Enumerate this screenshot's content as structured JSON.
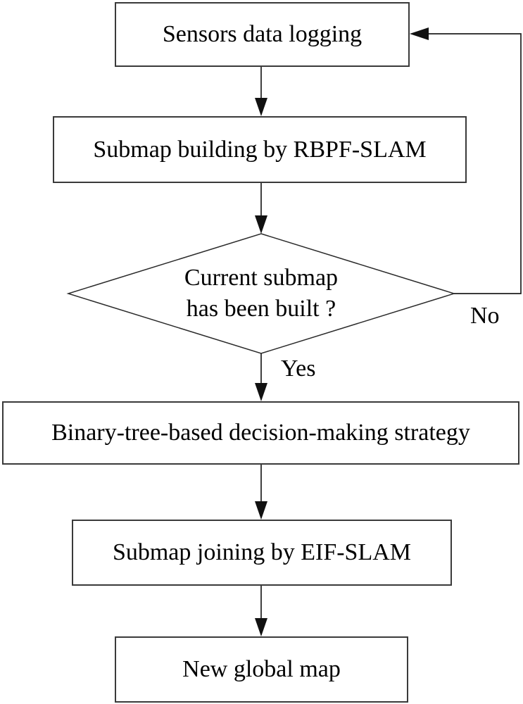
{
  "diagram": {
    "type": "flowchart",
    "nodes": {
      "sensors": {
        "label": "Sensors data logging",
        "shape": "rectangle"
      },
      "rbpf": {
        "label": "Submap building by RBPF-SLAM",
        "shape": "rectangle"
      },
      "decision": {
        "line1": "Current submap",
        "line2": "has been built ?",
        "shape": "diamond"
      },
      "binary": {
        "label": "Binary-tree-based decision-making strategy",
        "shape": "rectangle"
      },
      "eif": {
        "label": "Submap joining by EIF-SLAM",
        "shape": "rectangle"
      },
      "global_map": {
        "label": "New global map",
        "shape": "rectangle"
      }
    },
    "edges": {
      "yes_label": "Yes",
      "no_label": "No",
      "flow": [
        "sensors -> rbpf",
        "rbpf -> decision",
        "decision -(Yes)-> binary",
        "decision -(No)-> sensors",
        "binary -> eif",
        "eif -> global_map"
      ]
    },
    "colors": {
      "background": "#ffffff",
      "line": "#1f1f1f",
      "border": "#3a3a3a",
      "text": "#000000",
      "arrowhead": "#111111"
    }
  }
}
